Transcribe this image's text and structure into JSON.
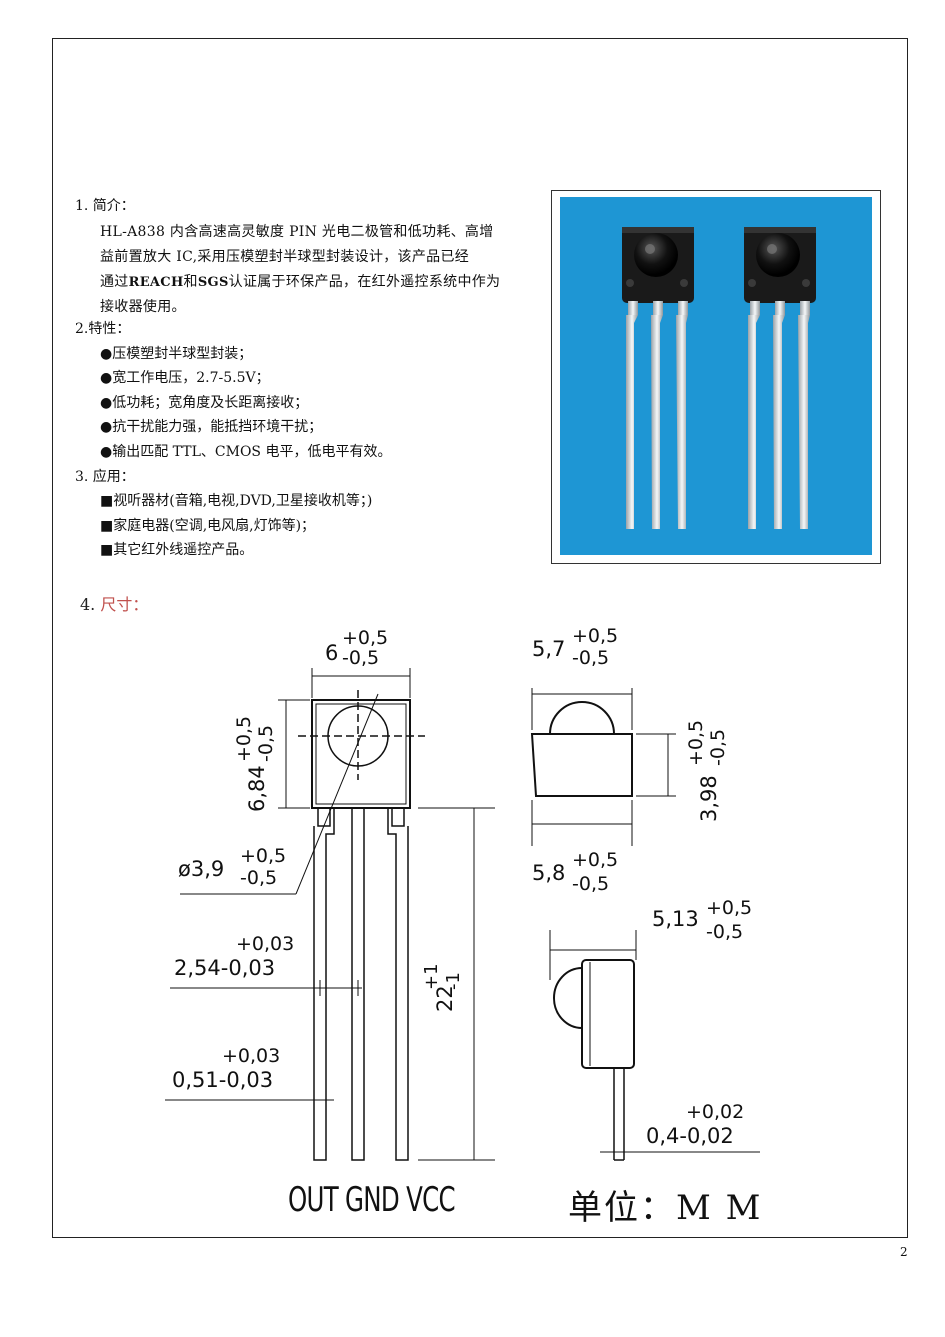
{
  "page_number": "2",
  "intro": {
    "heading": "1. 简介：",
    "line1": "HL-A838 内含高速高灵敏度 PIN 光电二极管和低功耗、高增",
    "line2": "益前置放大  IC,采用压模塑封半球型封装设计，该产品已经",
    "line3_pre": "通过",
    "line3_b1": "REACH",
    "line3_mid": "和",
    "line3_b2": "SGS",
    "line3_post": "认证属于环保产品，在红外遥控系统中作为",
    "line4": "接收器使用。"
  },
  "features": {
    "heading": "2.特性：",
    "items": [
      "●压模塑封半球型封装；",
      "●宽工作电压，2.7-5.5V；",
      "●低功耗；宽角度及长距离接收；",
      "●抗干扰能力强，能抵挡环境干扰；",
      "●输出匹配 TTL、CMOS 电平，低电平有效。"
    ]
  },
  "applications": {
    "heading": "3. 应用：",
    "items": [
      "■视听器材(音箱,电视,DVD,卫星接收机等；)",
      "■家庭电器(空调,电风扇,灯饰等)；",
      "■其它红外线遥控产品。"
    ]
  },
  "dimensions": {
    "heading_num": "4. ",
    "heading_text": "尺寸：",
    "width": "6",
    "width_tol_plus": "+0,5",
    "width_tol_minus": "-0,5",
    "height": "6,84",
    "height_tol_plus": "+0,5",
    "height_tol_minus": "-0,5",
    "dome_dia": "ø3,9",
    "dome_tol_plus": "+0,5",
    "dome_tol_minus": "-0,5",
    "pitch": "2,54",
    "pitch_tol_plus": "+0,03",
    "pitch_tol_minus": "-0,03",
    "lead_w": "0,51",
    "lead_tol_plus": "+0,03",
    "lead_tol_minus": "-0,03",
    "lead_len": "22",
    "lead_len_tol_plus": "+1",
    "lead_len_tol_minus": "-1",
    "side_top": "5,7",
    "side_top_tol_plus": "+0,5",
    "side_top_tol_minus": "-0,5",
    "side_h": "3,98",
    "side_h_tol_plus": "+0,5",
    "side_h_tol_minus": "-0,5",
    "side_bottom": "5,8",
    "side_bottom_tol_plus": "+0,5",
    "side_bottom_tol_minus": "-0,5",
    "depth": "5,13",
    "depth_tol_plus": "+0,5",
    "depth_tol_minus": "-0,5",
    "lead_t": "0,4",
    "lead_t_tol_plus": "+0,02",
    "lead_t_tol_minus": "-0,02",
    "pins": "OUT GND VCC",
    "unit": "单位：M  M"
  }
}
